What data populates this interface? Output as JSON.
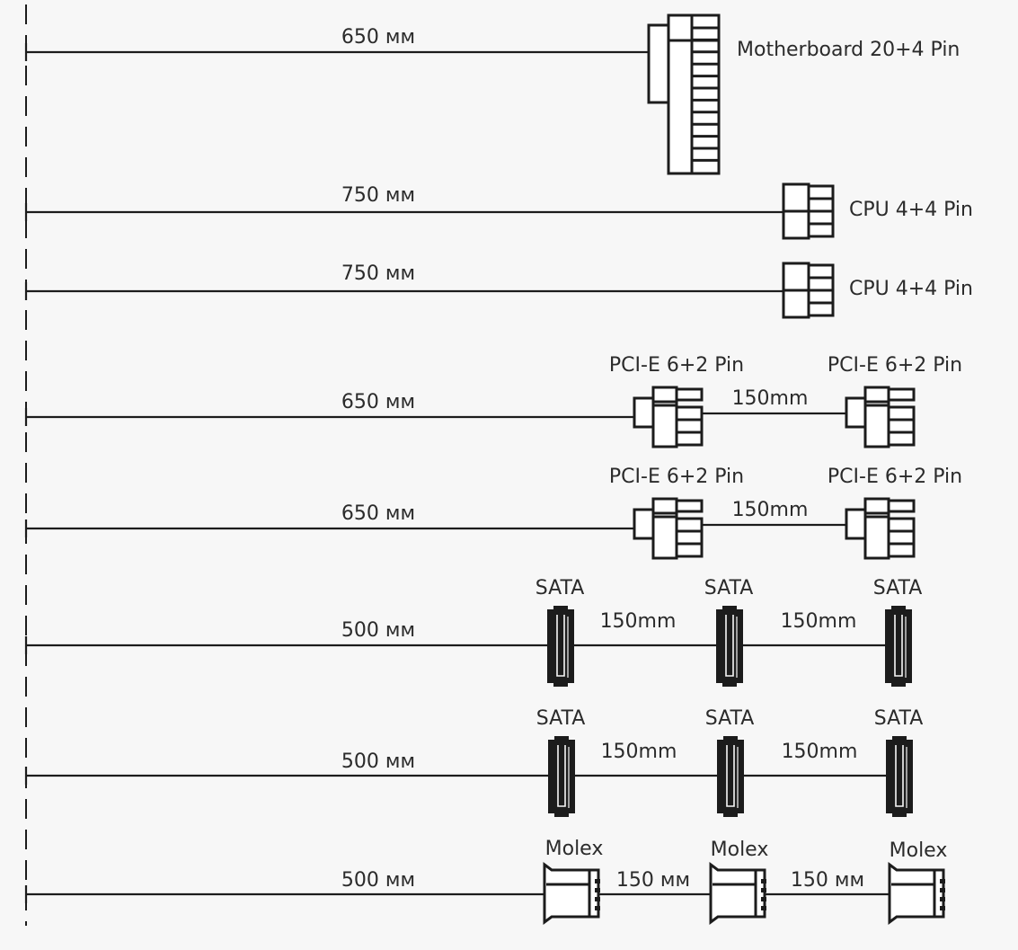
{
  "colors": {
    "background": "#f7f7f7",
    "line": "#1c1c1c",
    "text": "#2b2b2b"
  },
  "cables": [
    {
      "length": "650 мм",
      "connectors": [
        {
          "type": "motherboard",
          "label": "Motherboard 20+4 Pin"
        }
      ],
      "segments": []
    },
    {
      "length": "750 мм",
      "connectors": [
        {
          "type": "cpu",
          "label": "CPU 4+4 Pin"
        }
      ],
      "segments": []
    },
    {
      "length": "750 мм",
      "connectors": [
        {
          "type": "cpu",
          "label": "CPU 4+4 Pin"
        }
      ],
      "segments": []
    },
    {
      "length": "650 мм",
      "connectors": [
        {
          "type": "pcie",
          "label": "PCI-E 6+2 Pin"
        },
        {
          "type": "pcie",
          "label": "PCI-E 6+2 Pin"
        }
      ],
      "segments": [
        "150mm"
      ]
    },
    {
      "length": "650 мм",
      "connectors": [
        {
          "type": "pcie",
          "label": "PCI-E 6+2 Pin"
        },
        {
          "type": "pcie",
          "label": "PCI-E 6+2 Pin"
        }
      ],
      "segments": [
        "150mm"
      ]
    },
    {
      "length": "500 мм",
      "connectors": [
        {
          "type": "sata",
          "label": "SATA"
        },
        {
          "type": "sata",
          "label": "SATA"
        },
        {
          "type": "sata",
          "label": "SATA"
        }
      ],
      "segments": [
        "150mm",
        "150mm"
      ]
    },
    {
      "length": "500 мм",
      "connectors": [
        {
          "type": "sata",
          "label": "SATA"
        },
        {
          "type": "sata",
          "label": "SATA"
        },
        {
          "type": "sata",
          "label": "SATA"
        }
      ],
      "segments": [
        "150mm",
        "150mm"
      ]
    },
    {
      "length": "500 мм",
      "connectors": [
        {
          "type": "molex",
          "label": "Molex"
        },
        {
          "type": "molex",
          "label": "Molex"
        },
        {
          "type": "molex",
          "label": "Molex"
        }
      ],
      "segments": [
        "150 мм",
        "150 мм"
      ]
    }
  ]
}
